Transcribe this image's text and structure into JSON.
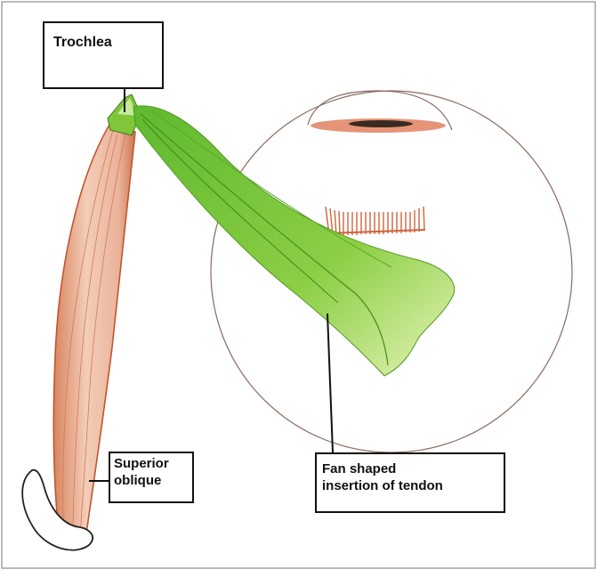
{
  "labels": {
    "trochlea": "Trochlea",
    "superior_oblique": [
      "Superior",
      "oblique"
    ],
    "fan_insertion": [
      "Fan shaped",
      "insertion of tendon"
    ]
  },
  "colors": {
    "muscle": "#e9a88a",
    "muscle_edge": "#c0552f",
    "tendon": "#7cc63a",
    "tendon_light": "#d7eda0",
    "globe_outline": "#8a6a60",
    "frame": "#777777"
  }
}
